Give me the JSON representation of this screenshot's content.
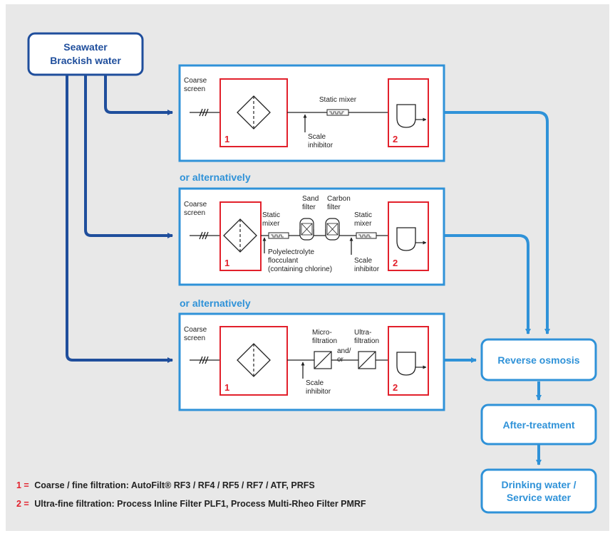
{
  "colors": {
    "background": "#e8e8e8",
    "dark_blue": "#1f4e9c",
    "light_blue": "#2f92d8",
    "red": "#e2202b",
    "text": "#222222"
  },
  "source": {
    "line1": "Seawater",
    "line2": "Brackish water"
  },
  "alt_label": "or alternatively",
  "stage": {
    "one": "1",
    "two": "2"
  },
  "coarse_screen": {
    "line1": "Coarse",
    "line2": "screen"
  },
  "row1": {
    "static_mixer": "Static mixer",
    "scale": {
      "line1": "Scale",
      "line2": "inhibitor"
    }
  },
  "row2": {
    "static_mixer_1": {
      "line1": "Static",
      "line2": "mixer"
    },
    "sand_filter": {
      "line1": "Sand",
      "line2": "filter"
    },
    "carbon_filter": {
      "line1": "Carbon",
      "line2": "filter"
    },
    "static_mixer_2": {
      "line1": "Static",
      "line2": "mixer"
    },
    "polyelectrolyte": {
      "line1": "Polyelectrolyte",
      "line2": "flocculant",
      "line3": "(containing chlorine)"
    },
    "scale": {
      "line1": "Scale",
      "line2": "inhibitor"
    }
  },
  "row3": {
    "micro": {
      "line1": "Micro-",
      "line2": "filtration"
    },
    "ultra": {
      "line1": "Ultra-",
      "line2": "filtration"
    },
    "andor": {
      "line1": "and/",
      "line2": "or"
    },
    "scale": {
      "line1": "Scale",
      "line2": "inhibitor"
    }
  },
  "right_boxes": {
    "ro": "Reverse osmosis",
    "after": "After-treatment",
    "drink": {
      "line1": "Drinking water /",
      "line2": "Service water"
    }
  },
  "legend": {
    "item1": {
      "num": "1 =",
      "text": "Coarse / fine filtration: AutoFilt® RF3 / RF4 / RF5 / RF7 / ATF, PRFS"
    },
    "item2": {
      "num": "2 =",
      "text": "Ultra-fine filtration: Process Inline Filter PLF1, Process Multi-Rheo Filter PMRF"
    }
  }
}
